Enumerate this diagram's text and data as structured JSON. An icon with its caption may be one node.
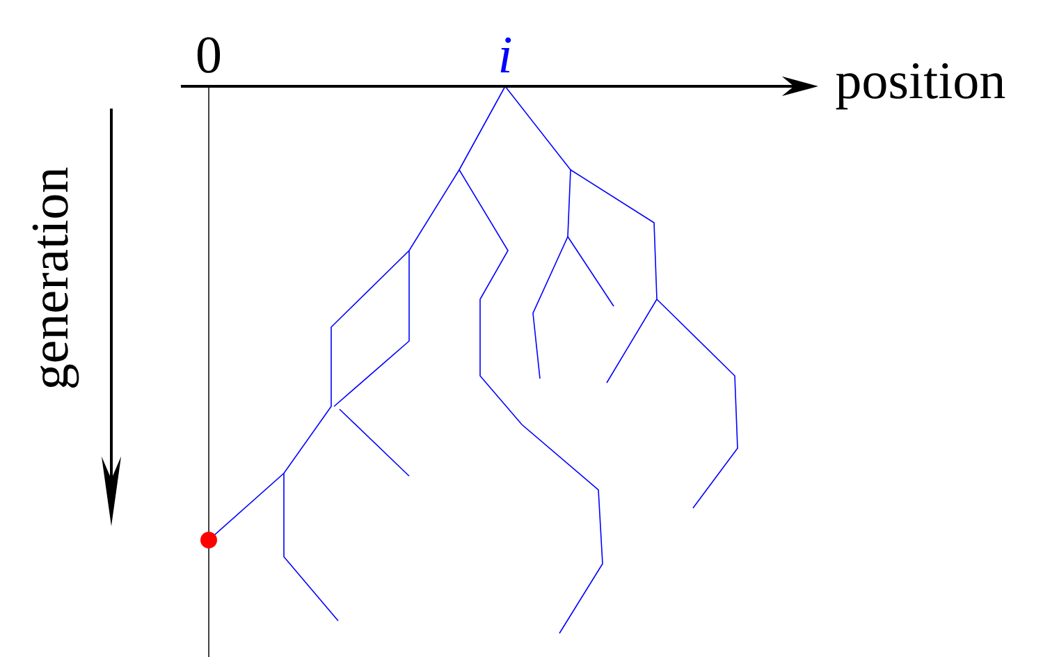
{
  "diagram": {
    "labels": [
      "0",
      "i",
      "position",
      "generation"
    ]
  }
}
